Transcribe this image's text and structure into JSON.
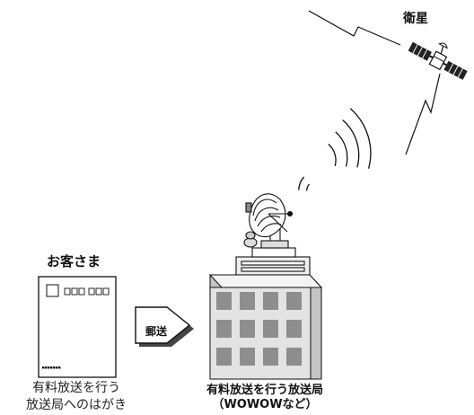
{
  "labels": {
    "satellite": "衛星",
    "customer": "お客さま",
    "customer_caption_line1": "有料放送を行う",
    "customer_caption_line2": "放送局へのはがき",
    "mail": "郵送",
    "station_caption_line1": "有料放送を行う放送局",
    "station_caption_line2": "（WOWOWなど）"
  },
  "colors": {
    "building_face": "#e3e3e3",
    "building_side": "#c4c4c4",
    "window": "#8e8e8e",
    "arrow_fill": "#ffffff",
    "line": "#111111"
  }
}
